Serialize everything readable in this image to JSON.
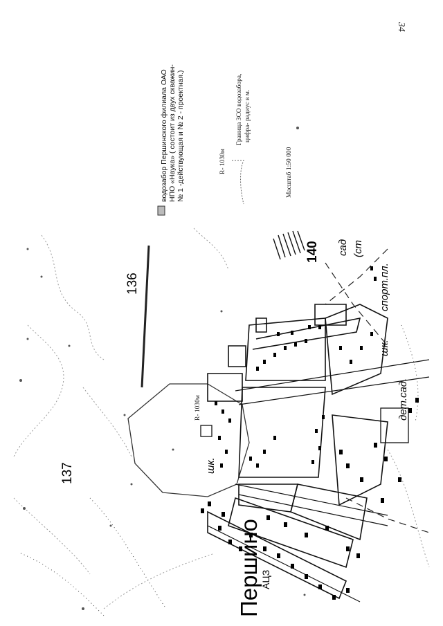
{
  "page_number": "34",
  "legend": {
    "wellfield_text_1": "водозабор Першинского филиала ОАО",
    "wellfield_text_2": "НПО «Наука» ( состоит из двух скважин-",
    "wellfield_text_3": "№ 1 -действующая и № 2 - проектная.)",
    "boundary_label": "R- 1030м",
    "boundary_text_1": "Граница ЗСО водозабора,",
    "boundary_text_2": "цифра- радиус в м.",
    "scale": "Масштаб 1:50 000"
  },
  "map": {
    "village_name": "Першино",
    "radius_label": "R- 1030м",
    "block_136": "136",
    "block_137": "137",
    "block_140": "140",
    "label_atsz": "АЦЗ",
    "label_school_1": "шк.",
    "label_school_2": "шк.",
    "label_kindergarten": "дет.сад.",
    "label_sports": "спорт.пл.",
    "label_garden": "сад",
    "label_st": "(ст"
  },
  "colors": {
    "ink": "#000000",
    "paper": "#ffffff",
    "faint": "#999999"
  }
}
